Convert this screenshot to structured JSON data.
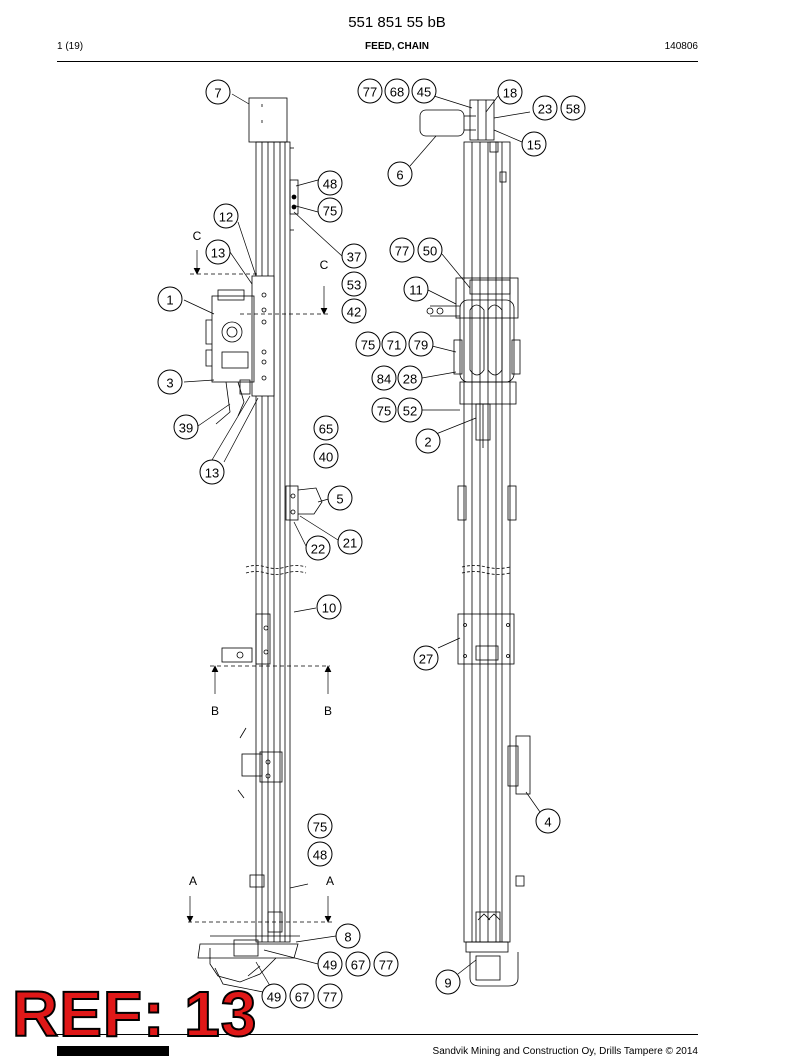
{
  "header": {
    "title": "551 851 55 bB",
    "page": "1 (19)",
    "section": "FEED, CHAIN",
    "code": "140806"
  },
  "footer": {
    "copyright": "Sandvik Mining and Construction Oy, Drills Tampere © 2014"
  },
  "stamp": {
    "text": "REF: 13",
    "color": "#e01818"
  },
  "section_labels": [
    "C",
    "C",
    "B",
    "B",
    "A",
    "A"
  ],
  "callouts": [
    "7",
    "48",
    "75",
    "12",
    "13",
    "37",
    "53",
    "42",
    "1",
    "3",
    "39",
    "13",
    "65",
    "40",
    "5",
    "21",
    "22",
    "10",
    "75",
    "48",
    "8",
    "49",
    "67",
    "77",
    "49",
    "67",
    "77",
    "77",
    "68",
    "45",
    "18",
    "23",
    "58",
    "15",
    "6",
    "77",
    "50",
    "11",
    "75",
    "71",
    "79",
    "84",
    "28",
    "75",
    "52",
    "2",
    "27",
    "4",
    "9"
  ]
}
